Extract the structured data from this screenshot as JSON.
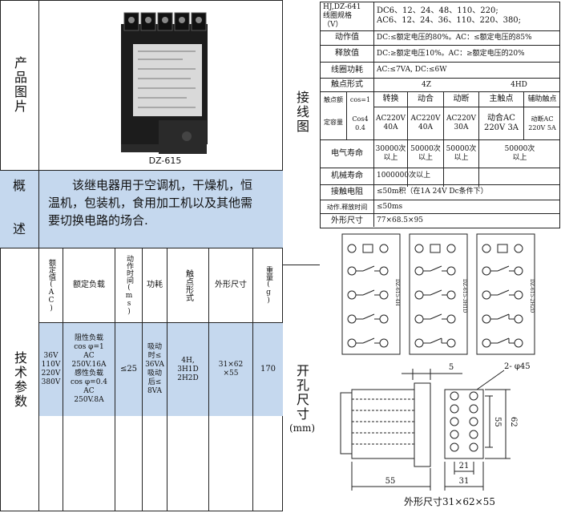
{
  "left": {
    "product_image": {
      "label": "产品图片",
      "caption": "DZ-615"
    },
    "overview": {
      "label_top": "概",
      "label_bottom": "述",
      "text": "该继电器用于空调机，干燥机，恒温机，包装机，食用加工机以及其他需要切换电路的场合."
    },
    "specs": {
      "label": "技术参数",
      "headers": [
        "额定值(AC)",
        "额定负载",
        "动作时间(ms)",
        "功耗",
        "触点形式",
        "外形尺寸",
        "重量(g)"
      ],
      "values": {
        "rated": "36V\n110V\n220V\n380V",
        "load": "阻性负载\ncos φ=1\nAC\n250V.16A\n感性负载\ncos φ=0.4\nAC\n250V.8A",
        "time": "≤25",
        "power": "吸动\n时≤\n36VA\n吸动\n后≤\n8VA",
        "contact": "4H,\n3H1D\n2H2D",
        "size": "31×62\n×55",
        "weight": "170"
      }
    }
  },
  "middle": {
    "wiring_label": "接线图",
    "hole_label": "开孔尺寸",
    "hole_unit": "(mm)"
  },
  "right": {
    "rows": {
      "coil_label": "HJ,DZ-641\n线圈规格\n（V）",
      "coil_value": "DC6、12、24、48、110、220;\nAC6、12、24、36、110、220、380;",
      "pickup_label": "动作值",
      "pickup_value": "DC:≤额定电压的80%。AC：≤额定电压的85%",
      "release_label": "释放值",
      "release_value": "DC:≥额定电压10%。AC：≥额定电压的20%",
      "coil_power_label": "线圈功耗",
      "coil_power_value": "AC:≤7VA, DC:≤6W",
      "contact_form_label": "触点形式",
      "contact_form_4z": "4Z",
      "contact_form_4hd": "4HD",
      "rating_label_1": "触点额",
      "rating_label_cos": "cos=1",
      "rating_label_2": "定容量",
      "rating_cos04": "Cos4\n0.4",
      "col_switch": "转换",
      "col_make": "动合",
      "col_break": "动断",
      "col_main": "主触点",
      "col_aux": "辅助触点",
      "val_switch": "AC220V\n40A",
      "val_make": "AC220V\n40A",
      "val_break": "AC220V\n30A",
      "val_main": "动合AC\n220V 3A",
      "val_aux": "动断AC\n220V 5A",
      "elec_life_label": "电气寿命",
      "elec_life_1": "30000次\n以上",
      "elec_life_2": "50000次\n以上",
      "elec_life_3": "50000次\n以上",
      "elec_life_4": "50000次\n以上",
      "mech_life_label": "机械寿命",
      "mech_life_value": "1000000次以上",
      "contact_res_label": "接触电阻",
      "contact_res_value": "≤50m积（在1A 24V Dc条件下）",
      "release_time_label": "动作.释放时间",
      "release_time_value": "≤50ms",
      "outline_label": "外形尺寸",
      "outline_value": "77×68.5×95"
    },
    "wiring_diagrams": [
      "DZ-615-4H",
      "DZ-615-3H1D",
      "DZ-615-2H2D"
    ],
    "drawing": {
      "dim_5": "5",
      "dim_hole": "2- φ45",
      "dim_55v": "55",
      "dim_62": "62",
      "dim_21": "21",
      "dim_31": "31",
      "dim_55h": "55",
      "caption": "外形尺寸31×62×55"
    }
  },
  "colors": {
    "blue_bg": "#c5d8ee",
    "line": "#222222"
  }
}
